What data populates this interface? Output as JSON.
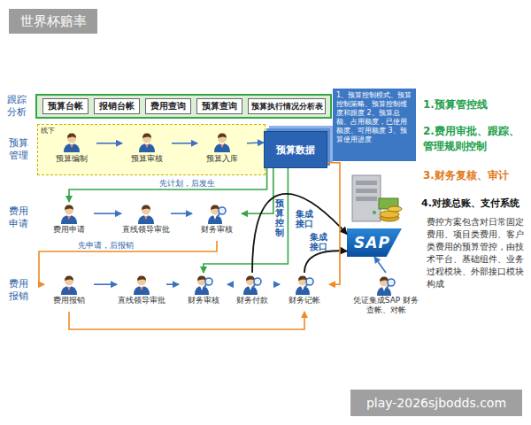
{
  "diagram": {
    "nodes": [
      {
        "text": [
          "跟踪 分析"
        ]
      },
      {
        "text": [
          "预算台帐"
        ],
        "in": 0
      },
      {
        "text": [
          "报销台帐"
        ],
        "in": 0
      },
      {
        "text": [
          "费用查询"
        ],
        "in": 0
      },
      {
        "text": [
          "预算查询"
        ],
        "in": 0
      },
      {
        "text": [
          "预算执行情况分析表"
        ],
        "in": 0
      },
      {
        "text": [
          "线下"
        ]
      },
      {
        "text": [
          "预算编制"
        ],
        "in": 6
      },
      {
        "text": [
          "预算审核"
        ],
        "in": 6
      },
      {
        "text": [
          "预算入库"
        ],
        "in": 6
      },
      {
        "text": [
          "预算数据"
        ]
      },
      {
        "text": [
          "1、预算控制模式、预算控制策略、预算控制维度和跟度 2、预算总额、占用额度，已使用额度、可用额度 3、预算使用进度"
        ]
      },
      {
        "text": [
          "费用申请"
        ]
      },
      {
        "text": [
          "直线领导审批"
        ]
      },
      {
        "text": [
          "财务审核"
        ]
      },
      {
        "text": [
          "费用报销"
        ]
      },
      {
        "text": [
          "直线领导审批"
        ]
      },
      {
        "text": [
          "财务审核"
        ]
      },
      {
        "text": [
          "财务付款"
        ]
      },
      {
        "text": [
          "财务记帐"
        ]
      },
      {
        "text": [
          "SAP"
        ]
      },
      {
        "text": [
          "凭证集成SAP 财务查帐、对帐"
        ]
      }
    ],
    "edges": [
      {
        "from": 7,
        "to": 8,
        "arrow": "to"
      },
      {
        "from": 8,
        "to": 9,
        "arrow": "to"
      },
      {
        "from": 9,
        "to": 10,
        "arrow": "to"
      },
      {
        "from": 12,
        "to": 13,
        "arrow": "to"
      },
      {
        "from": 13,
        "to": 14,
        "arrow": "to"
      },
      {
        "from": 15,
        "to": 16,
        "arrow": "to"
      },
      {
        "from": 16,
        "to": 17,
        "arrow": "to"
      },
      {
        "from": 17,
        "to": 18,
        "arrow": "to"
      },
      {
        "from": 18,
        "to": 19,
        "arrow": "to"
      },
      {
        "from": 10,
        "to": 14,
        "arrow": "to"
      },
      {
        "from": 10,
        "to": 17,
        "label": "预算控制",
        "arrow": "to"
      },
      {
        "from": 14,
        "to": 15,
        "arrow": "to"
      },
      {
        "from": 18,
        "to": 20,
        "label": "集成接口",
        "arrow": "to"
      },
      {
        "from": 19,
        "to": 20,
        "label": "集成接口",
        "arrow": "to"
      },
      {
        "from": 21,
        "to": 20,
        "arrow": "to"
      },
      {
        "from": 10,
        "to": 19,
        "arrow": "to"
      },
      {
        "from": 15,
        "to": 19,
        "arrow": "to"
      },
      {
        "from": 10,
        "to": 12,
        "arrow": "to"
      }
    ],
    "labels": [
      "世界杯赔率",
      "预算 管理",
      "先计划，后发生",
      "费用 申请",
      "先申请，后报销",
      "费用 报销",
      "1.预算管控线",
      "2.费用审批、跟踪、管理规则控制",
      "3.财务复核、审计",
      "4.对接总账、支付系统",
      "费控方案包含对日常固定费用、项目类费用、客户类费用的预算管控，由技术平台、基础组件、业务过程模块、外部接口模块构成",
      "play-2026sjbodds.com"
    ]
  }
}
